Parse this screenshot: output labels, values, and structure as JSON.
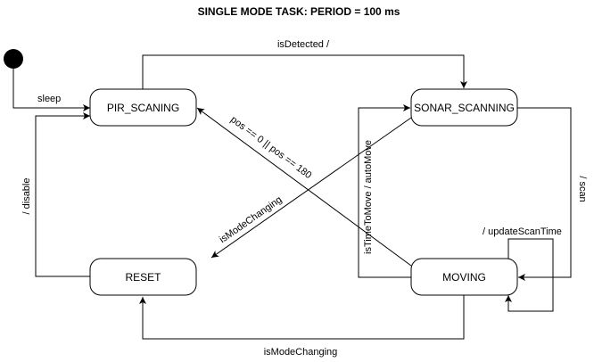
{
  "title": "SINGLE MODE TASK: PERIOD = 100 ms",
  "states": {
    "pir": "PIR_SCANING",
    "sonar": "SONAR_SCANNING",
    "reset": "RESET",
    "moving": "MOVING"
  },
  "transitions": {
    "initial_to_pir": "sleep",
    "pir_to_sonar": "isDetected /",
    "reset_to_pir": "/ disable",
    "sonar_to_moving": "/ scan",
    "moving_self": "/ updateScanTime",
    "moving_to_sonar": "isTimeToMove / autoMove",
    "moving_to_pir": "pos == 0 || pos == 180",
    "sonar_to_reset": "isModeChanging",
    "moving_to_reset": "isModeChanging"
  },
  "colors": {
    "stroke": "#000000",
    "fill": "#ffffff"
  }
}
